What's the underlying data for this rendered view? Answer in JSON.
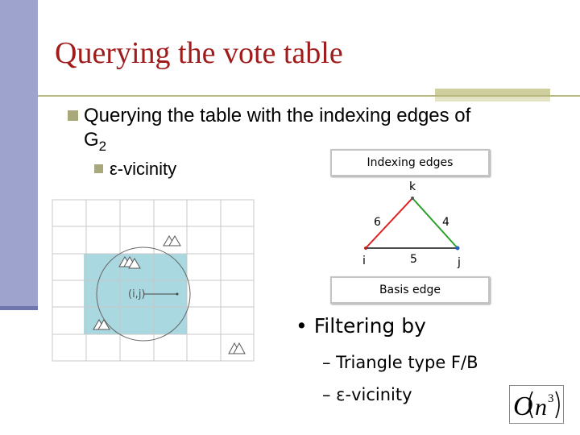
{
  "slide": {
    "title": "Querying the vote table",
    "bullet1_line1": "Querying the table with the indexing edges of",
    "bullet1_line2_main": "G",
    "bullet1_line2_sub": "2",
    "bullet2": "ε-vicinity"
  },
  "diagram": {
    "indexing_edges_label": "Indexing edges",
    "basis_edge_label": "Basis edge",
    "vertex_k": "k",
    "vertex_i": "i",
    "vertex_j": "j",
    "edge_left": "6",
    "edge_right": "4",
    "edge_bottom": "5",
    "grid_point_label": "(i,j)",
    "colors": {
      "edge_left": "#e02020",
      "edge_right": "#2ca02c",
      "edge_bottom": "#111111",
      "vicinity": "#a9d8e0"
    }
  },
  "filtering": {
    "heading": "Filtering by",
    "item1": "– Triangle type F/B",
    "item2": "– ε-vicinity"
  },
  "complexity": {
    "base": "O",
    "var": "n",
    "exp": "3"
  }
}
